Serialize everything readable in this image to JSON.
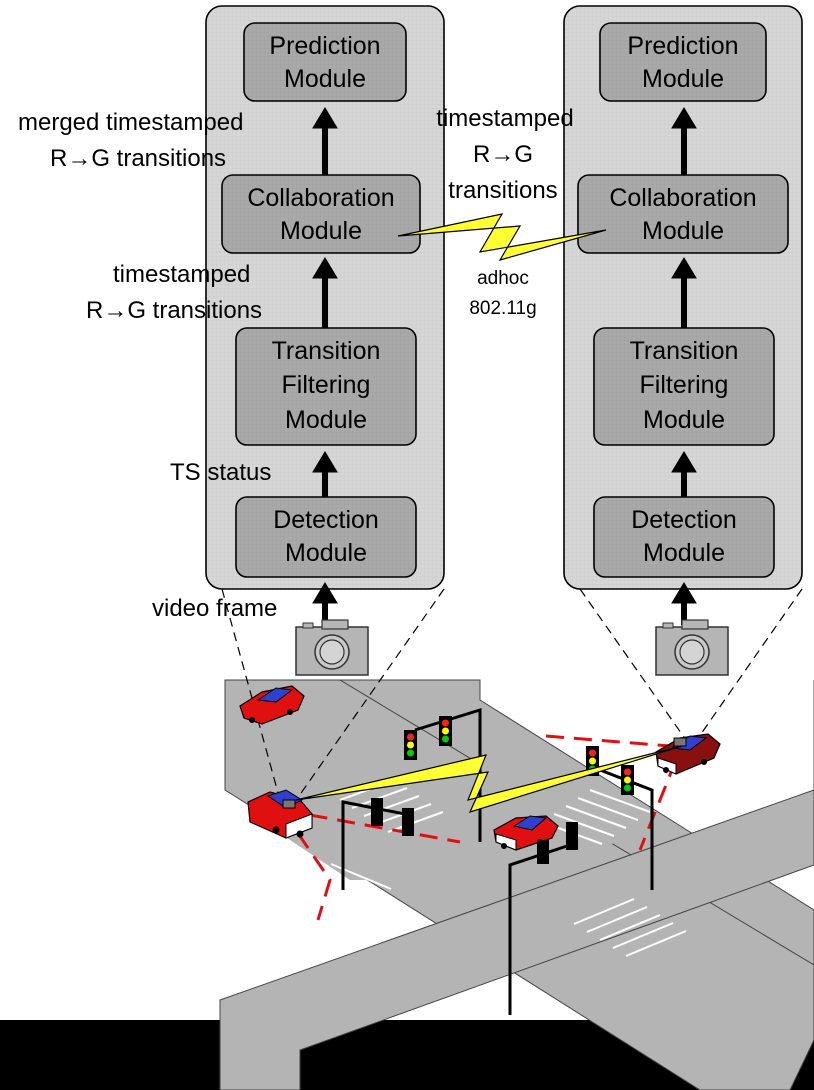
{
  "left_stack": {
    "prediction": [
      "Prediction",
      "Module"
    ],
    "collaboration": [
      "Collaboration",
      "Module"
    ],
    "filtering": [
      "Transition",
      "Filtering",
      "Module"
    ],
    "detection": [
      "Detection",
      "Module"
    ]
  },
  "right_stack": {
    "prediction": [
      "Prediction",
      "Module"
    ],
    "collaboration": [
      "Collaboration",
      "Module"
    ],
    "filtering": [
      "Transition",
      "Filtering",
      "Module"
    ],
    "detection": [
      "Detection",
      "Module"
    ]
  },
  "labels": {
    "merged": [
      "merged timestamped",
      "R→G transitions"
    ],
    "timestamped_left": [
      "timestamped",
      "R→G transitions"
    ],
    "ts_status": "TS status",
    "video_frame": "video frame",
    "timestamped_center": [
      "timestamped",
      "R→G",
      "transitions"
    ],
    "wireless": [
      "adhoc",
      "802.11g"
    ]
  },
  "colors": {
    "panel": "#d6d6d6",
    "module": "#a9a9a9",
    "road": "#b4b4b4",
    "car_red": "#e01010",
    "car_dark": "#8a1010",
    "car_roof": "#2f3fd0",
    "lightning": "#ffff33",
    "dash_red": "#e01010",
    "bottom_bar": "#000000"
  },
  "icons": [
    "camera-icon",
    "traffic-light-icon",
    "car-icon",
    "wireless-link-icon"
  ]
}
